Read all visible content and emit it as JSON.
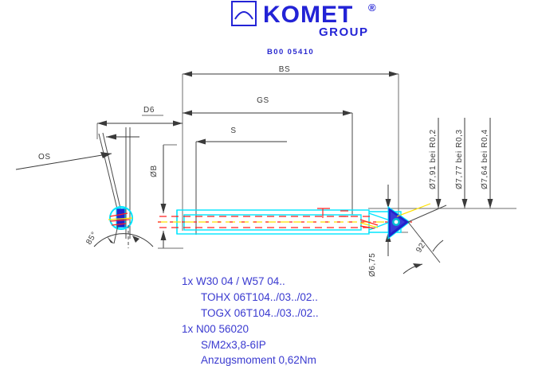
{
  "header": {
    "brand_name": "KOMET",
    "brand_suffix": "GROUP",
    "brand_registered": "®",
    "brand_color": "#2323d6",
    "part_number": "B00 05410"
  },
  "dimensions": {
    "overall_length_label": "BS",
    "gauge_length_label": "GS",
    "shank_label": "S",
    "diameter_label": "D6",
    "body_diameter_label": "ØB",
    "offset_label": "OS",
    "point_angle_left": "85°",
    "point_angle_right": "92°",
    "pilot_diameter": "Ø6,75"
  },
  "right_callouts": [
    {
      "id": "callout-r02",
      "text": "Ø7,91 bei R0,2"
    },
    {
      "id": "callout-r03",
      "text": "Ø7,77 bei R0,3"
    },
    {
      "id": "callout-r04",
      "text": "Ø7,64 bei R0,4"
    }
  ],
  "notes": {
    "lines": [
      "1x W30 04 / W57 04..",
      "TOHX 06T104../03../02..",
      "TOGX 06T104../03../02..",
      "1x N00 56020",
      "S/M2x3,8-6IP",
      "Anzugsmoment 0,62Nm"
    ],
    "indents": [
      0,
      1,
      1,
      0,
      1,
      1
    ],
    "color": "#3a3ad0"
  },
  "colors": {
    "body_outline": "#00e5ff",
    "centerline_red": "#ff2222",
    "centerline_yellow": "#ffe000",
    "insert_blue": "#2222cc",
    "dimension_gray": "#3a3a3a",
    "background": "#ffffff"
  }
}
